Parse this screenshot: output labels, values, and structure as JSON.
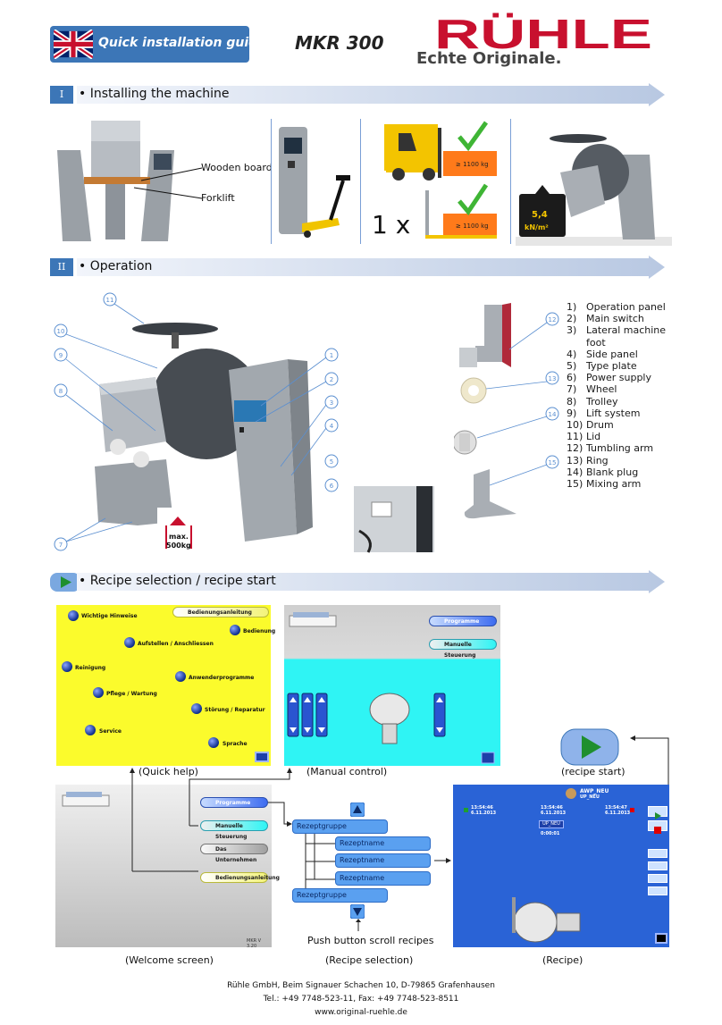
{
  "header": {
    "guide_title": "Quick installation guide",
    "model": "MKR 300",
    "brand": "RÜHLE",
    "slogan": "Echte Originale."
  },
  "sections": [
    {
      "num": "I",
      "label": "• Installing the machine"
    },
    {
      "num": "II",
      "label": "• Operation"
    },
    {
      "num": "▶",
      "label": "• Recipe selection / recipe start"
    }
  ],
  "install": {
    "wooden_board": "Wooden board",
    "forklift": "Forklift",
    "weight_label_1": "≥ 1100 kg",
    "weight_label_2": "≥ 1100 kg",
    "count": "1 x",
    "load_value": "5,4",
    "load_unit": "kN/m²"
  },
  "operation": {
    "max_label": "max.",
    "max_value": "500kg",
    "callouts": [
      "1",
      "2",
      "3",
      "4",
      "5",
      "6",
      "7",
      "8",
      "9",
      "10",
      "11",
      "12",
      "13",
      "14",
      "15"
    ],
    "parts": [
      {
        "n": "1)",
        "name": "Operation panel"
      },
      {
        "n": "2)",
        "name": "Main switch"
      },
      {
        "n": "3)",
        "name": "Lateral machine"
      },
      {
        "n": "",
        "name": "foot"
      },
      {
        "n": "4)",
        "name": "Side panel"
      },
      {
        "n": "5)",
        "name": "Type plate"
      },
      {
        "n": "6)",
        "name": "Power supply"
      },
      {
        "n": "7)",
        "name": "Wheel"
      },
      {
        "n": "8)",
        "name": "Trolley"
      },
      {
        "n": "9)",
        "name": "Lift system"
      },
      {
        "n": "10)",
        "name": "Drum"
      },
      {
        "n": "11)",
        "name": "Lid"
      },
      {
        "n": "12)",
        "name": "Tumbling arm"
      },
      {
        "n": "13)",
        "name": "Ring"
      },
      {
        "n": "14)",
        "name": "Blank plug"
      },
      {
        "n": "15)",
        "name": "Mixing arm"
      }
    ]
  },
  "quick_help": {
    "items": [
      "Wichtige Hinweise",
      "Bedienung",
      "Aufstellen / Anschliessen",
      "Reinigung",
      "Anwenderprogramme",
      "Pflege / Wartung",
      "Störung / Reparatur",
      "Service",
      "Sprache"
    ],
    "manual_button": "Bedienungsanleitung",
    "caption": "(Quick help)"
  },
  "manual_control": {
    "programme": "Programme",
    "manuelle": "Manuelle Steuerung",
    "caption": "(Manual control)"
  },
  "welcome": {
    "buttons": [
      "Programme",
      "Manuelle Steuerung",
      "Das Unternehmen",
      "Bedienungsanleitung"
    ],
    "version": "MKR V 3.20",
    "caption": "(Welcome screen)"
  },
  "recipe_selection": {
    "group1": "Rezeptgruppe",
    "names": [
      "Rezeptname",
      "Rezeptname",
      "Rezeptname"
    ],
    "group2": "Rezeptgruppe",
    "scroll_note": "Push button scroll recipes",
    "caption": "(Recipe selection)"
  },
  "recipe": {
    "title": "AWP_NEU",
    "subtitle": "UP_NEU",
    "t1": "13:54:46",
    "d1": "6.11.2013",
    "t2": "13:54:46",
    "d2": "6.11.2013",
    "t3": "13:54:47",
    "d3": "6.11.2013",
    "step": "UP_NEU",
    "elapsed": "0:00:01",
    "caption": "(Recipe)"
  },
  "recipe_start": {
    "caption": "(recipe start)"
  },
  "footer": {
    "line1": "Rühle GmbH, Beim Signauer Schachen 10, D-79865 Grafenhausen",
    "line2": "Tel.: +49 7748-523-11, Fax: +49 7748-523-8511",
    "line3": "www.original-ruehle.de"
  },
  "colors": {
    "accent": "#3c76b7",
    "brand_red": "#c8102e",
    "screen_yellow": "#fbfb2c",
    "screen_cyan": "#2ff4f4",
    "recipe_blue": "#2a63d6"
  }
}
